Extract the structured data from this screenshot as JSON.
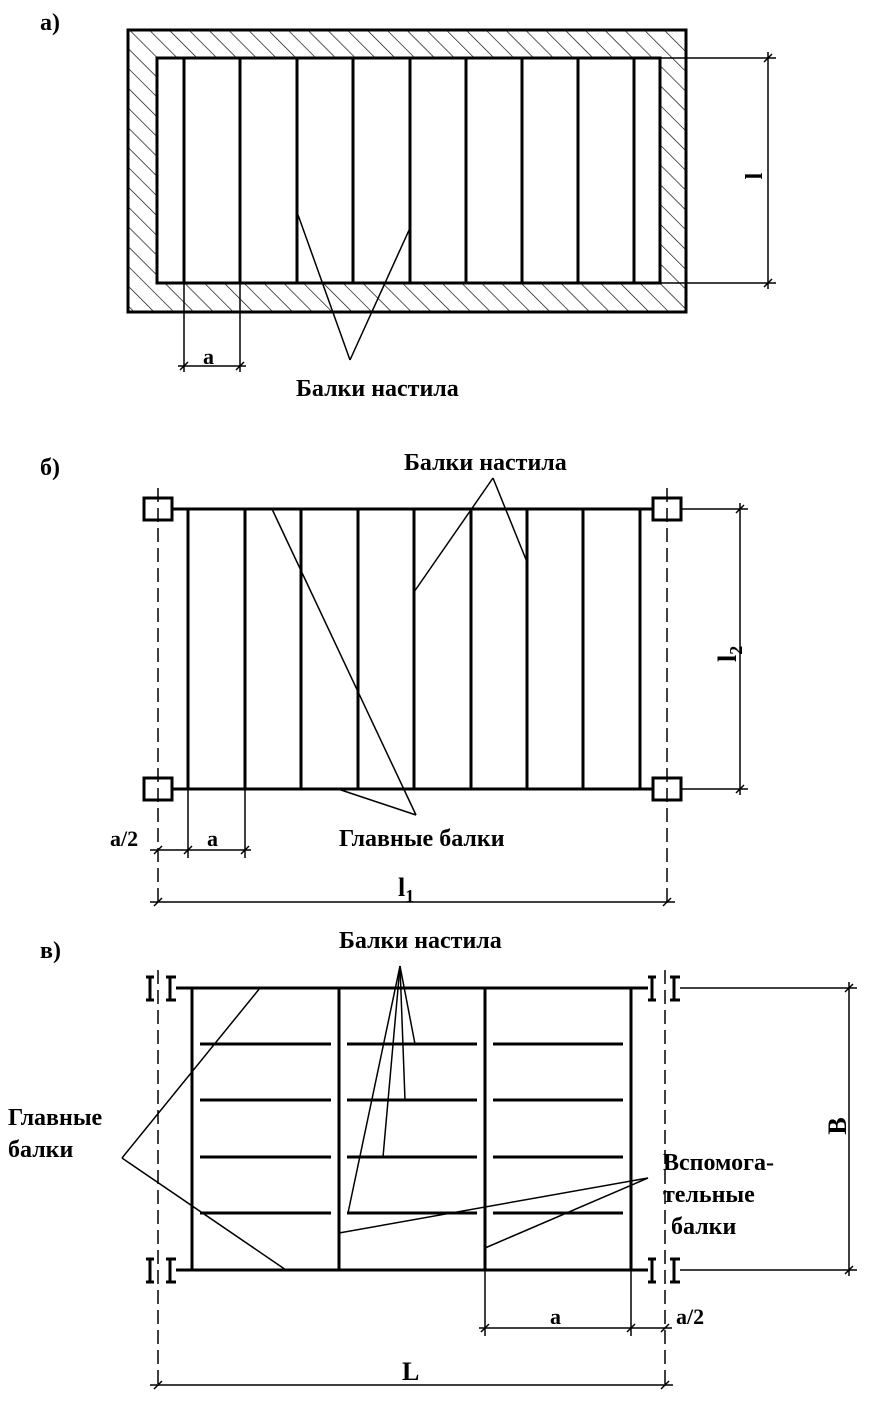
{
  "panel_a": {
    "label": "а)",
    "callout": "Балки настила",
    "dim_a": "a",
    "dim_l": "l"
  },
  "panel_b": {
    "label": "б)",
    "callout_top": "Балки настила",
    "callout_bottom": "Главные балки",
    "dim_half_a": "a/2",
    "dim_a": "a",
    "dim_l1": "l",
    "dim_l1_sub": "1",
    "dim_l2": "l",
    "dim_l2_sub": "2"
  },
  "panel_c": {
    "label": "в)",
    "callout_top": "Балки настила",
    "callout_main_1": "Главные",
    "callout_main_2": "балки",
    "callout_aux_1": "Вспомога-",
    "callout_aux_2": "тельные",
    "callout_aux_3": "балки",
    "dim_a": "a",
    "dim_half_a": "a/2",
    "dim_L": "L",
    "dim_B": "B"
  }
}
